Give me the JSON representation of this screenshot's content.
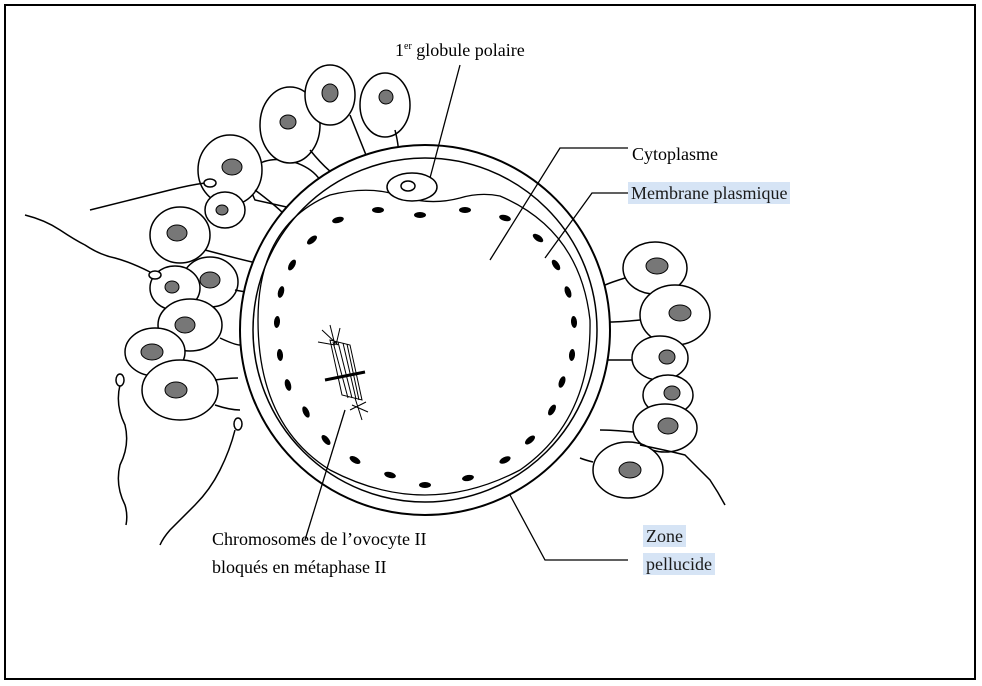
{
  "labels": {
    "polar_body_num": "1",
    "polar_body_sup": "er",
    "polar_body_text": "globule polaire",
    "cytoplasm": "Cytoplasme",
    "membrane": "Membrane plasmique",
    "zone_line1": "Zone",
    "zone_line2": "pellucide",
    "chromo_line1": "Chromosomes de l’ovocyte II",
    "chromo_line2": "bloqués en métaphase II"
  },
  "colors": {
    "highlight": "#d6e4f5",
    "ink": "#000000"
  }
}
